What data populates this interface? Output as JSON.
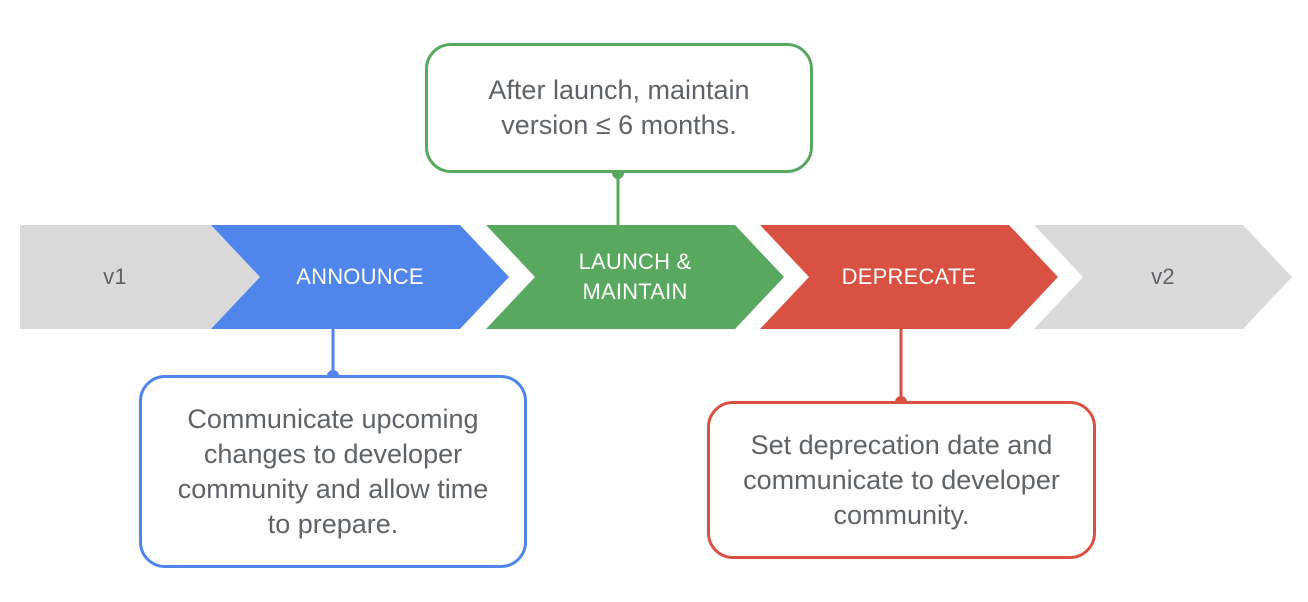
{
  "colors": {
    "grey": "#dadada",
    "blue": "#5085ec",
    "green": "#59a85f",
    "red": "#d95142",
    "grey_text": "#5f6368",
    "white_text": "#ffffff"
  },
  "stages": [
    {
      "label": "v1",
      "color": "grey"
    },
    {
      "label": "ANNOUNCE",
      "color": "blue"
    },
    {
      "label": "LAUNCH & MAINTAIN",
      "color": "green"
    },
    {
      "label": "DEPRECATE",
      "color": "red"
    },
    {
      "label": "v2",
      "color": "grey"
    }
  ],
  "callouts": {
    "launch": {
      "text": "After launch, maintain version ≤ 6 months.",
      "color": "green"
    },
    "announce": {
      "text": "Communicate upcoming changes to developer community and allow time to prepare.",
      "color": "blue"
    },
    "deprecate": {
      "text": "Set deprecation date and communicate to developer community.",
      "color": "red"
    }
  }
}
